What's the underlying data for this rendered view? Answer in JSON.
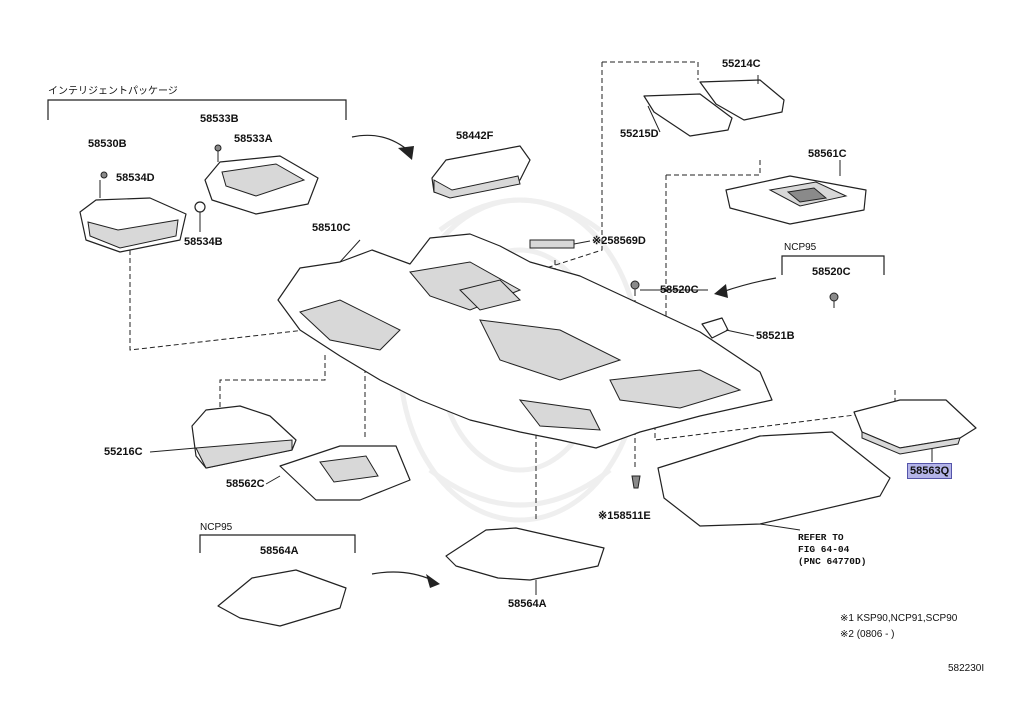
{
  "groups": {
    "intelligent_package": "インテリジェントパッケージ",
    "ncp95_right": "NCP95",
    "ncp95_bottom": "NCP95"
  },
  "parts": {
    "p58530B": "58530B",
    "p58533B": "58533B",
    "p58533A": "58533A",
    "p58534D": "58534D",
    "p58534B": "58534B",
    "p58442F": "58442F",
    "p55214C": "55214C",
    "p55215D": "55215D",
    "p58561C": "58561C",
    "p58510C": "58510C",
    "p58569D": "※258569D",
    "p58520C_main": "58520C",
    "p58520C_ncp": "58520C",
    "p58521B": "58521B",
    "p55216C": "55216C",
    "p58562C": "58562C",
    "p58563Q": "58563Q",
    "p58511E": "※158511E",
    "p58564A_ncp": "58564A",
    "p58564A_main": "58564A"
  },
  "refer": {
    "line1": "REFER TO",
    "line2": "FIG 64-04",
    "line3": "(PNC 64770D)"
  },
  "notes": {
    "n1": "※1 KSP90,NCP91,SCP90",
    "n2": "※2 (0806 -       )"
  },
  "figure_id": "582230I"
}
